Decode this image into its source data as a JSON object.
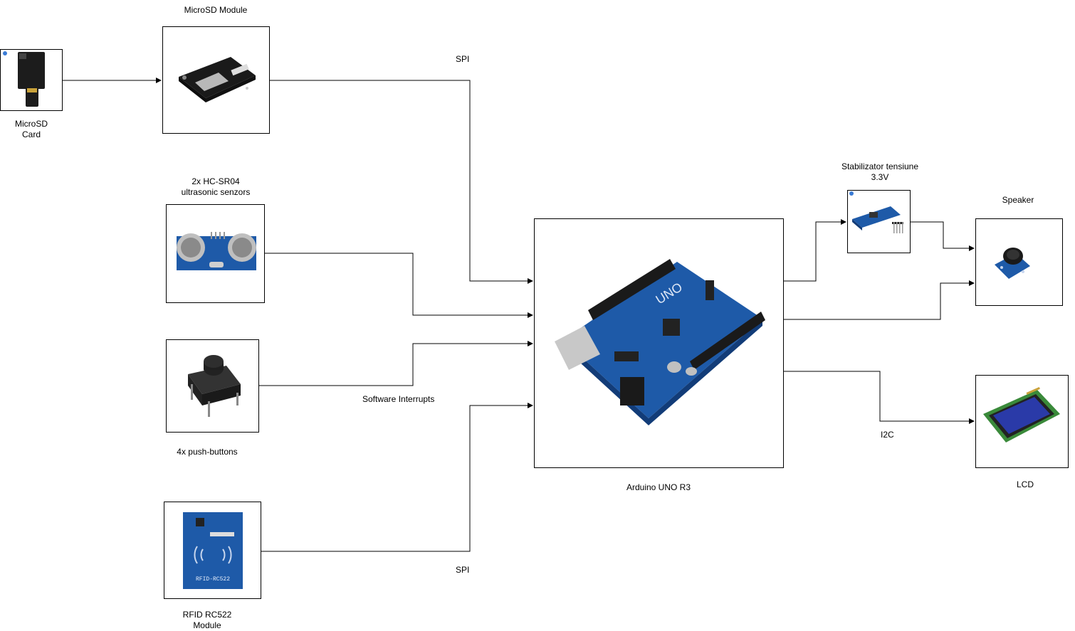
{
  "nodes": {
    "microsd_card": {
      "label": "MicroSD\nCard",
      "image_icon": "microsd-card-image"
    },
    "microsd_module": {
      "label": "MicroSD Module",
      "image_icon": "microsd-module-image"
    },
    "ultrasonic": {
      "label": "2x HC-SR04\nultrasonic senzors",
      "image_icon": "ultrasonic-sensor-image"
    },
    "push_buttons": {
      "label": "4x push-buttons",
      "image_icon": "push-button-image"
    },
    "rfid": {
      "label": "RFID RC522\nModule",
      "image_icon": "rfid-module-image",
      "board_text": "RFID-RC522"
    },
    "arduino": {
      "label": "Arduino UNO R3",
      "image_icon": "arduino-board-image",
      "board_text": "UNO"
    },
    "regulator": {
      "label": "Stabilizator tensiune\n3.3V",
      "image_icon": "voltage-regulator-image"
    },
    "speaker": {
      "label": "Speaker",
      "image_icon": "speaker-module-image"
    },
    "lcd": {
      "label": "LCD",
      "image_icon": "lcd-display-image"
    }
  },
  "edges": [
    {
      "from": "microsd_card",
      "to": "microsd_module",
      "label": ""
    },
    {
      "from": "microsd_module",
      "to": "arduino",
      "label": "SPI"
    },
    {
      "from": "ultrasonic",
      "to": "arduino",
      "label": ""
    },
    {
      "from": "push_buttons",
      "to": "arduino",
      "label": "Software Interrupts"
    },
    {
      "from": "rfid",
      "to": "arduino",
      "label": "SPI"
    },
    {
      "from": "arduino",
      "to": "regulator",
      "label": ""
    },
    {
      "from": "regulator",
      "to": "speaker",
      "label": ""
    },
    {
      "from": "arduino",
      "to": "speaker",
      "label": ""
    },
    {
      "from": "arduino",
      "to": "lcd",
      "label": "I2C"
    }
  ],
  "colors": {
    "line": "#000000",
    "pcb_blue": "#1e5aa8",
    "pcb_dark": "#123c78",
    "pin_black": "#1a1a1a",
    "lcd_screen": "#2a3aa8",
    "lcd_pcb": "#3a8a3a"
  }
}
